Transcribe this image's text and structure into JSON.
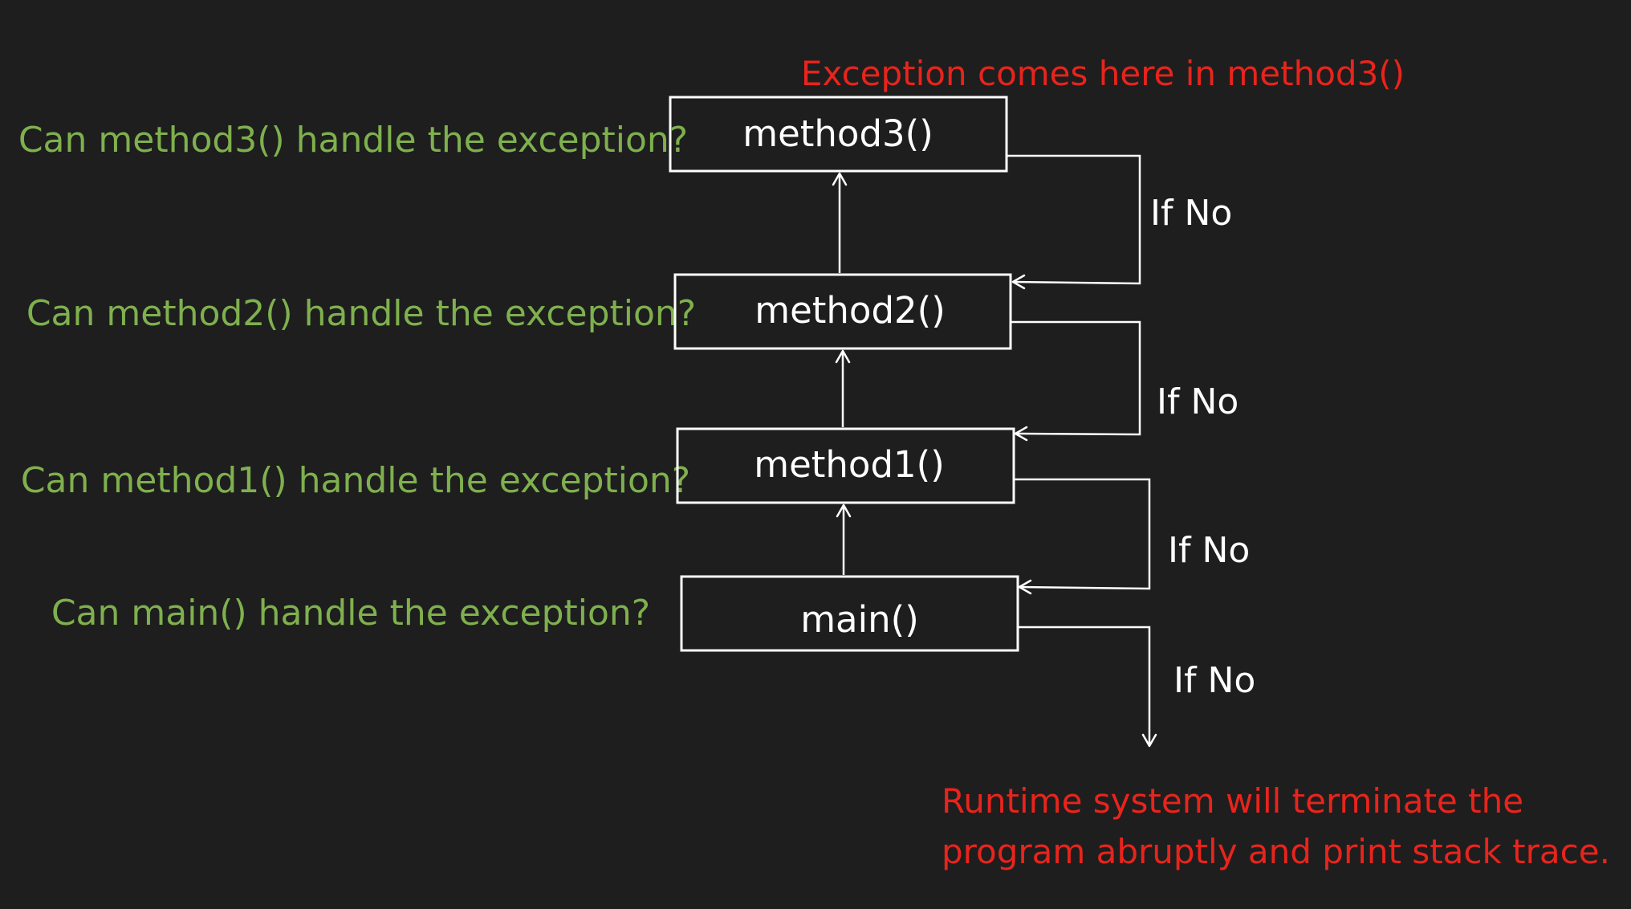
{
  "diagram": {
    "top_note": "Exception comes here in method3()",
    "bottom_note_line1": "Runtime system will terminate the",
    "bottom_note_line2": "program abruptly and print stack trace.",
    "methods": [
      {
        "label": "method3()",
        "question": "Can method3() handle the exception?"
      },
      {
        "label": "method2()",
        "question": "Can method2() handle the exception?"
      },
      {
        "label": "method1()",
        "question": "Can method1() handle the exception?"
      },
      {
        "label": "main()",
        "question": "Can main() handle the exception?"
      }
    ],
    "branches": [
      "If No",
      "If No",
      "If No",
      "If No"
    ]
  },
  "colors": {
    "background": "#1e1e1e",
    "question_text": "#7fb04e",
    "note_text": "#e8241c",
    "box_and_lines": "#ffffff"
  }
}
